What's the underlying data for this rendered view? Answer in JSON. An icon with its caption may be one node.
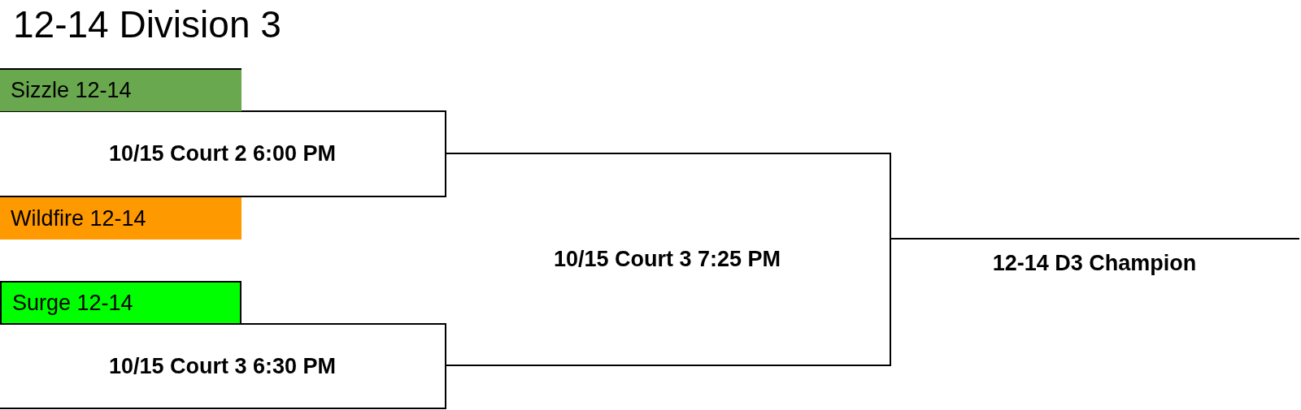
{
  "diagram": {
    "title": "12-14 Division 3",
    "nodes": [
      {
        "text": [
          "Sizzle 12-14"
        ]
      },
      {
        "text": [
          "10/15 Court 2 6:00 PM"
        ]
      },
      {
        "text": [
          "Wildfire 12-14"
        ]
      },
      {
        "text": [
          "Surge 12-14"
        ]
      },
      {
        "text": [
          "10/15 Court 3 6:30 PM"
        ]
      },
      {
        "text": [
          "10/15 Court 3 7:25 PM"
        ]
      },
      {
        "text": [
          "12-14 D3 Champion"
        ]
      }
    ]
  }
}
